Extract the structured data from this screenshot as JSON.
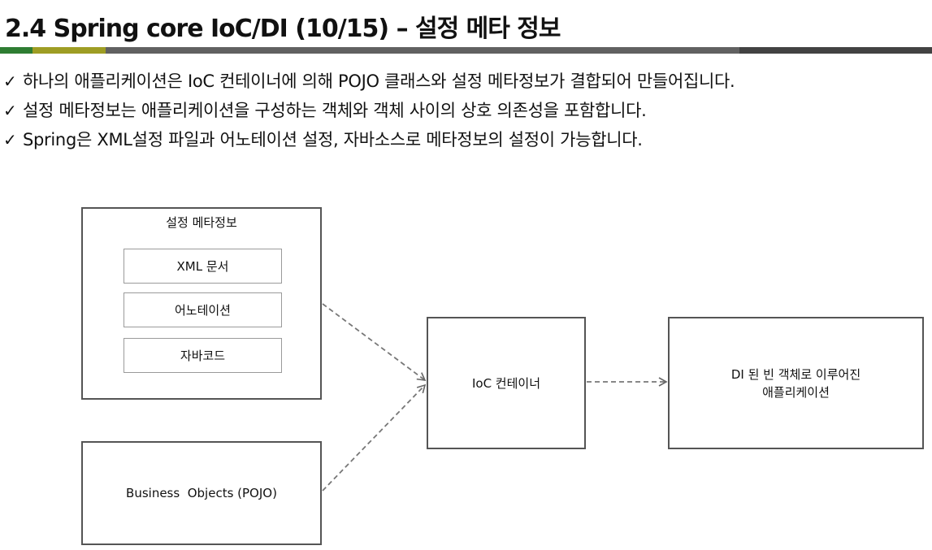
{
  "title": "2.4 Spring core IoC/DI (10/15) – 설정 메타 정보",
  "rule_colors": [
    "#2e7d32",
    "#9e9d24",
    "#616161",
    "#424242"
  ],
  "bullets": [
    "하나의 애플리케이션은 IoC 컨테이너에 의해 POJO 클래스와 설정 메타정보가 결합되어 만들어집니다.",
    "설정 메타정보는 애플리케이션을 구성하는 객체와 객체 사이의 상호 의존성을 포함합니다.",
    "Spring은 XML설정 파일과 어노테이션 설정, 자바소스로 메타정보의 설정이 가능합니다."
  ],
  "check_symbol": "✓",
  "diagram": {
    "config_box": {
      "title": "설정 메타정보",
      "items": [
        "XML 문서",
        "어노테이션",
        "자바코드"
      ]
    },
    "business_box": "Business  Objects (POJO)",
    "ioc_box": "IoC 컨테이너",
    "result_box": {
      "line1": "DI 된 빈 객체로 이루어진",
      "line2": "애플리케이션"
    }
  }
}
